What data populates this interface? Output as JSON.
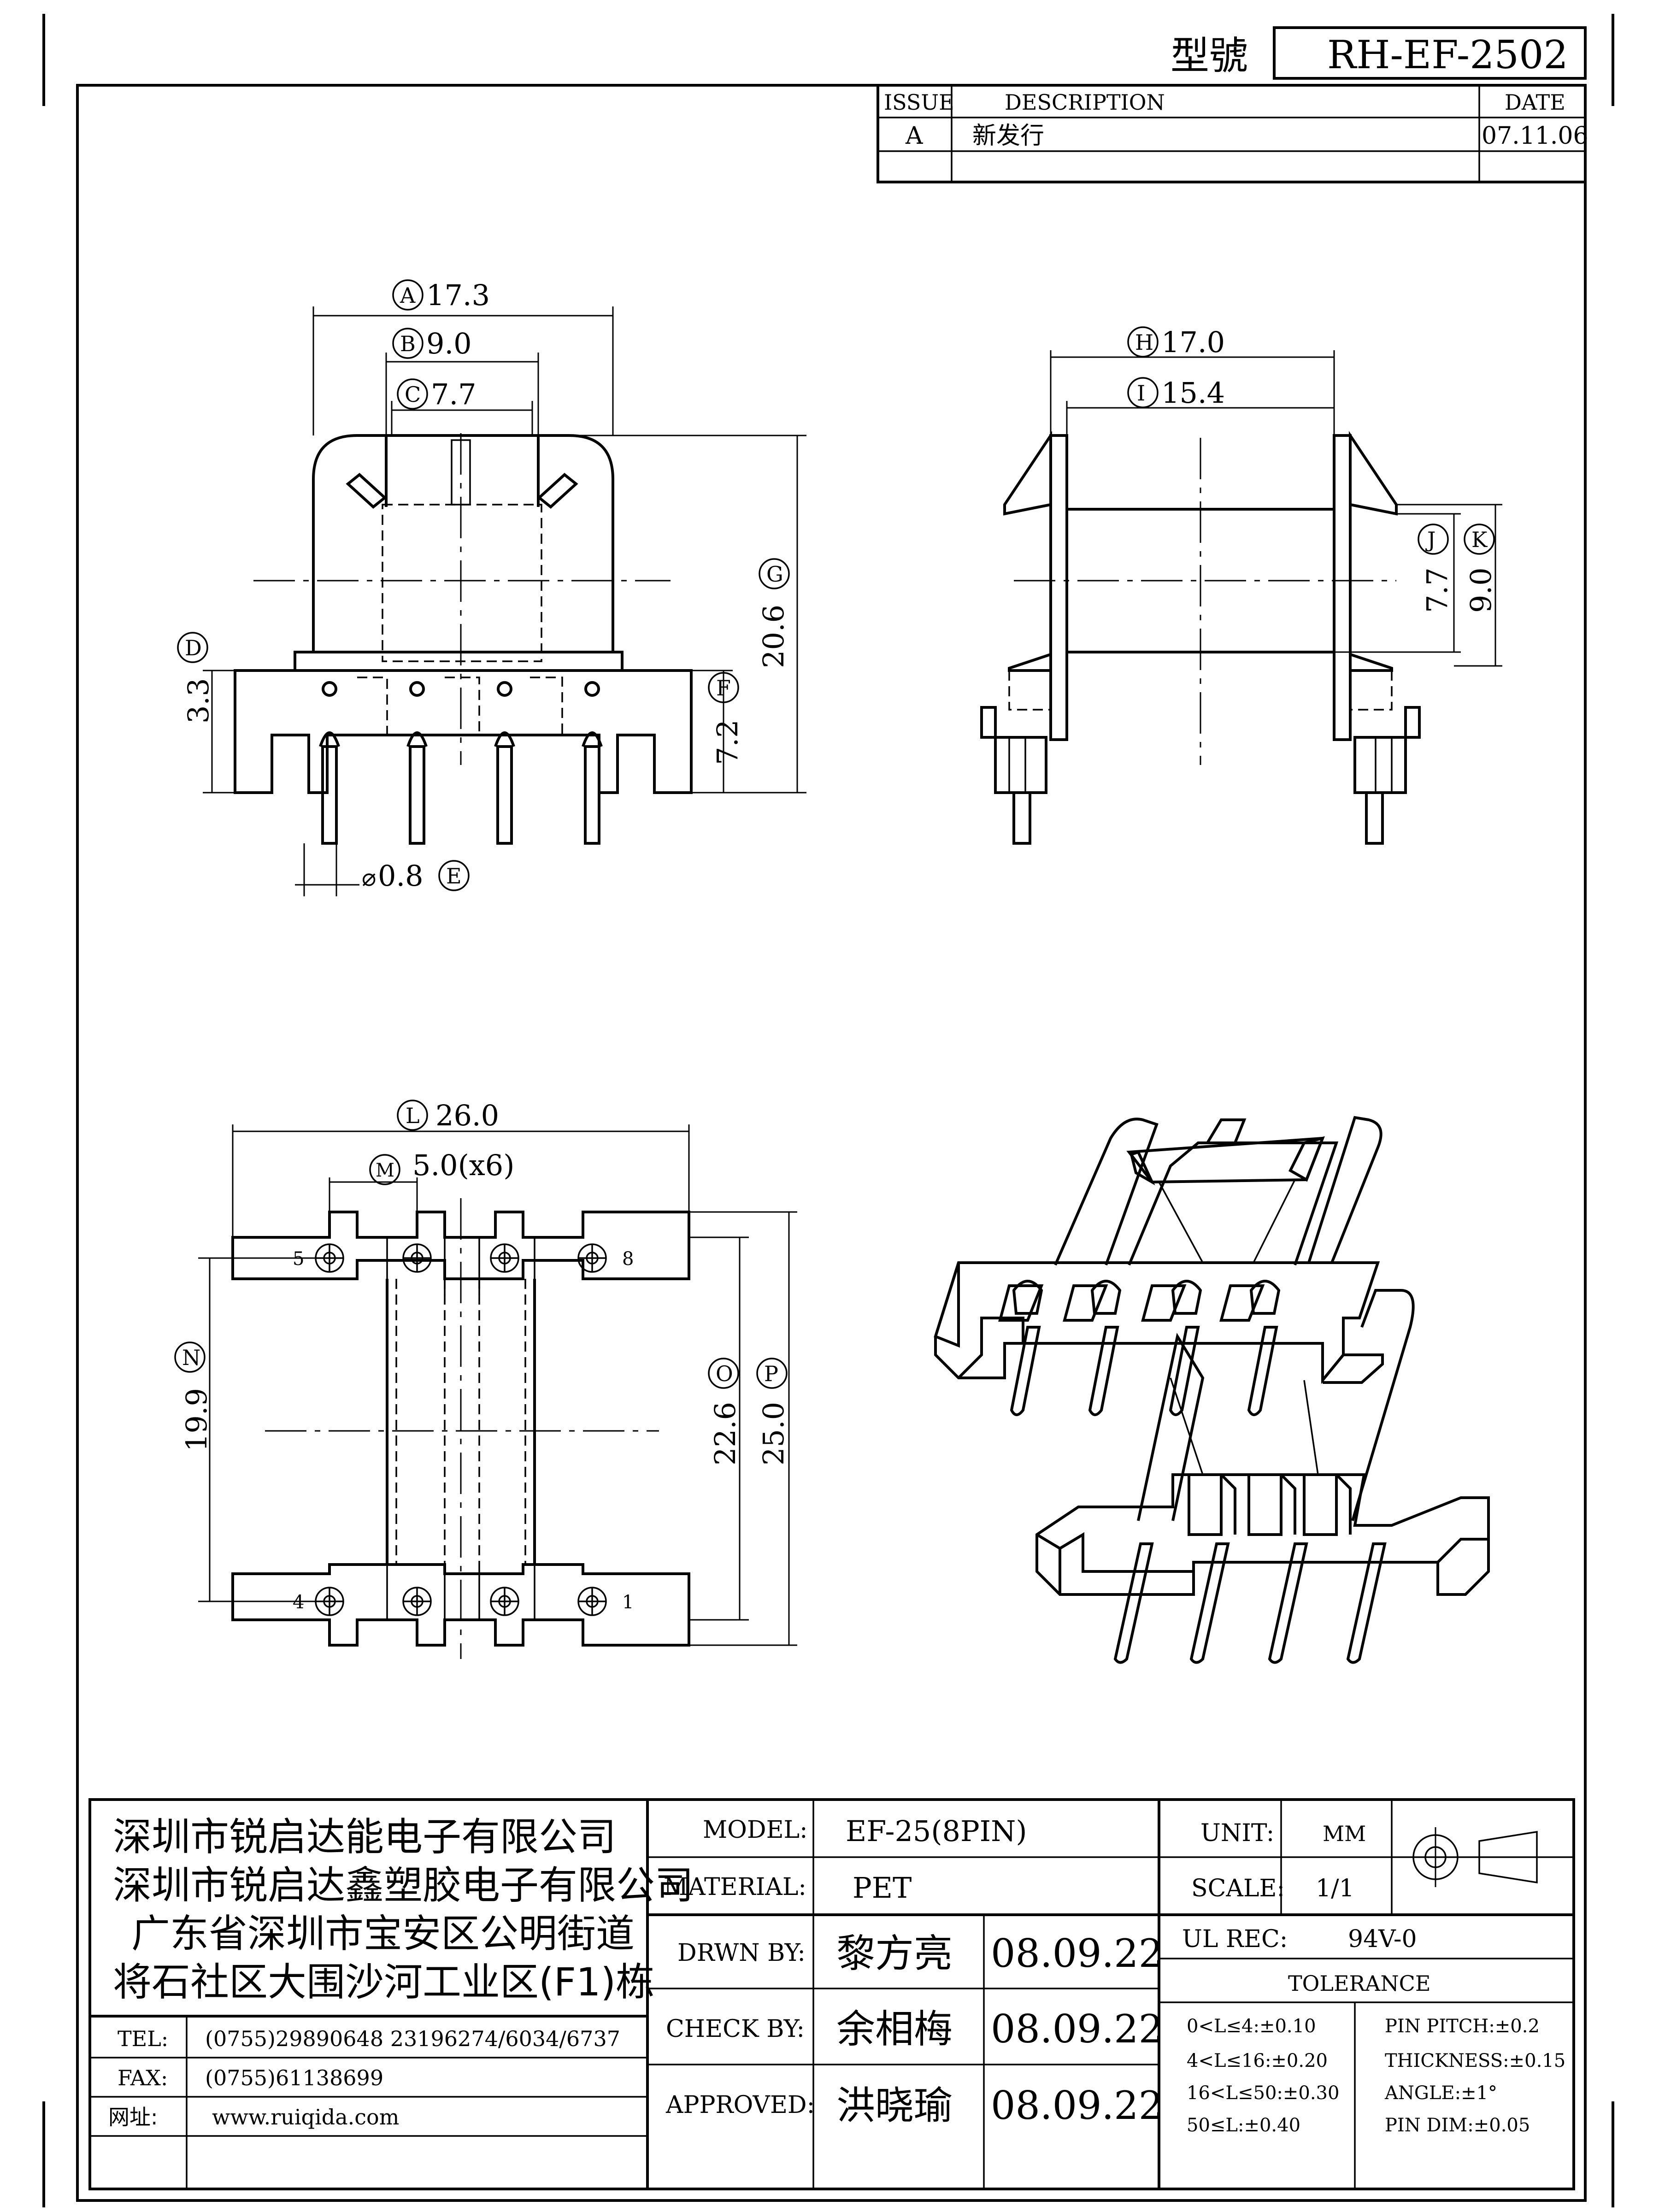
{
  "header": {
    "model_no_label": "型號",
    "model_no": "RH-EF-2502"
  },
  "revision_table": {
    "headers": [
      "ISSUE",
      "DESCRIPTION",
      "DATE"
    ],
    "rows": [
      {
        "issue": "A",
        "description": "新发行",
        "date": "07.11.06"
      }
    ]
  },
  "views": {
    "front": {
      "dims": {
        "A": "17.3",
        "B": "9.0",
        "C": "7.7",
        "D": "3.3",
        "E": "0.8",
        "F": "7.2",
        "G": "20.6"
      },
      "letters": {
        "A": "A",
        "B": "B",
        "C": "C",
        "D": "D",
        "E": "E",
        "F": "F",
        "G": "G"
      },
      "dia_symbol": "⌀"
    },
    "side": {
      "dims": {
        "H": "17.0",
        "I": "15.4",
        "J": "7.7",
        "K": "9.0"
      },
      "letters": {
        "H": "H",
        "I": "I",
        "J": "J",
        "K": "K"
      }
    },
    "bottom": {
      "dims": {
        "L": "26.0",
        "M": "5.0(x6)",
        "N": "19.9",
        "O": "22.6",
        "P": "25.0"
      },
      "letters": {
        "L": "L",
        "M": "M",
        "N": "N",
        "O": "O",
        "P": "P"
      },
      "pins": {
        "p5": "5",
        "p8": "8",
        "p4": "4",
        "p1": "1"
      }
    }
  },
  "title_block": {
    "company": [
      "深圳市锐启达能电子有限公司",
      "深圳市锐启达鑫塑胶电子有限公司",
      "广东省深圳市宝安区公明街道",
      "将石社区大围沙河工业区(F1)栋"
    ],
    "contacts": [
      {
        "label": "TEL:",
        "value": "(0755)29890648   23196274/6034/6737"
      },
      {
        "label": "FAX:",
        "value": "(0755)61138699"
      },
      {
        "label": "网址:",
        "value": "www.ruiqida.com"
      }
    ],
    "model_label": "MODEL:",
    "model": "EF-25(8PIN)",
    "material_label": "MATERIAL:",
    "material": "PET",
    "drawn_label": "DRWN BY:",
    "drawn_by": "黎方亮",
    "drawn_date": "08.09.22",
    "check_label": "CHECK BY:",
    "check_by": "余相梅",
    "check_date": "08.09.22",
    "approved_label": "APPROVED:",
    "approved_by": "洪晓瑜",
    "approved_date": "08.09.22",
    "unit_label": "UNIT:",
    "unit": "MM",
    "scale_label": "SCALE:",
    "scale": "1/1",
    "ul_label": "UL REC:",
    "ul": "94V-0",
    "tolerance_label": "TOLERANCE",
    "tolerance_left": [
      "0<L≤4:±0.10",
      "4<L≤16:±0.20",
      "16<L≤50:±0.30",
      "50≤L:±0.40"
    ],
    "tolerance_right": [
      "PIN PITCH:±0.2",
      "THICKNESS:±0.15",
      "ANGLE:±1°",
      "PIN DIM:±0.05"
    ]
  }
}
